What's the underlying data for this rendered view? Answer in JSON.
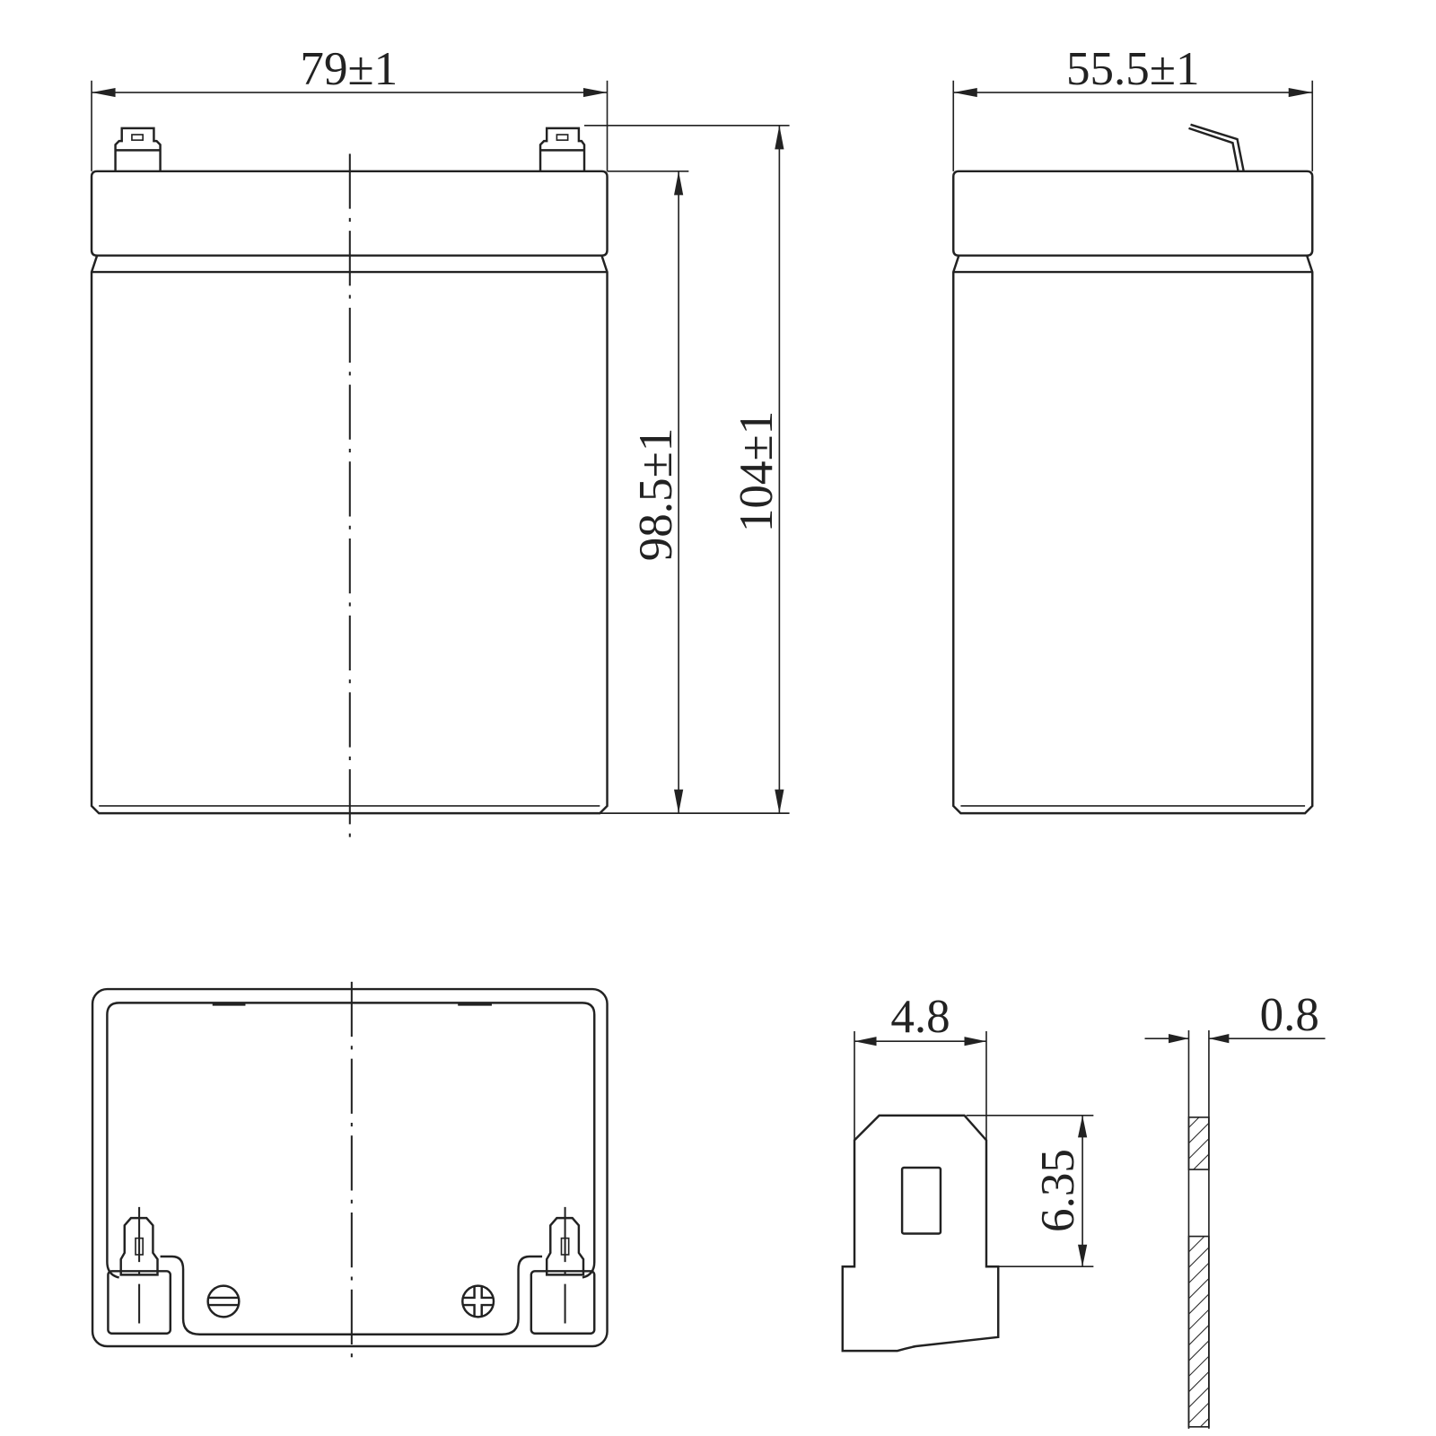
{
  "drawing": {
    "front_view": {
      "width_label": "79±1",
      "body_height_label": "98.5±1",
      "total_height_label": "104±1"
    },
    "side_view": {
      "depth_label": "55.5±1"
    },
    "terminal_detail": {
      "tab_width_label": "4.8",
      "tab_height_label": "6.35",
      "tab_thickness_label": "0.8"
    }
  }
}
